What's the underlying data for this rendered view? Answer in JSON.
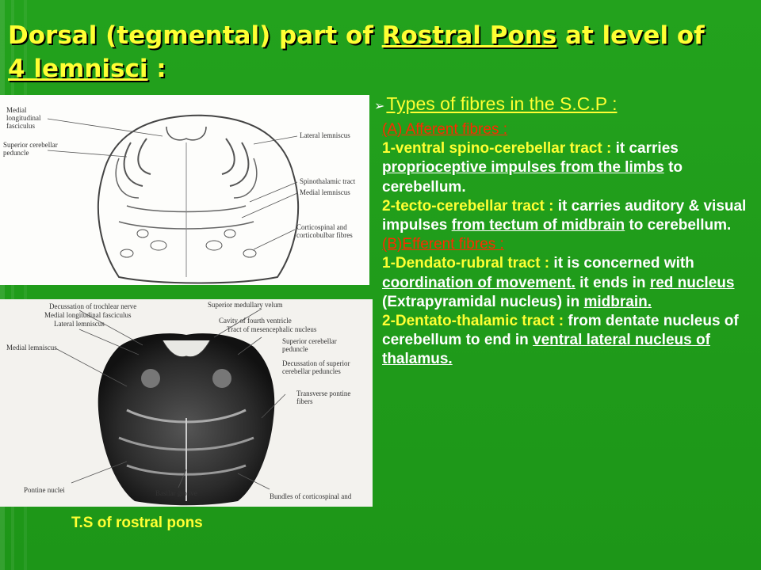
{
  "title": {
    "p1": "Dorsal (tegmental) part of ",
    "p2": "Rostral Pons",
    "p3": " at level of ",
    "p4": "4 lemnisci",
    "p5": " :"
  },
  "figure1": {
    "labels": [
      "Medial longitudinal fasciculus",
      "Superior cerebellar peduncle",
      "Lateral lemniscus",
      "Spinothalamic tract",
      "Medial lemniscus",
      "Corticospinal and corticobulbar fibres"
    ]
  },
  "figure2": {
    "labels": [
      "Decussation of trochlear nerve",
      "Medial longitudinal fasciculus",
      "Lateral lemniscus",
      "Medial lemniscus",
      "Superior medullary velum",
      "Cavity of fourth ventricle",
      "Tract of mesencephalic nucleus",
      "Superior cerebellar peduncle",
      "Decussation of superior cerebellar peduncles",
      "Transverse pontine fibers",
      "Pontine nuclei",
      "Basilar groove",
      "Bundles of corticospinal and"
    ]
  },
  "caption": "T.S of rostral pons",
  "right": {
    "heading": "Types of fibres in the S.C.P :",
    "afferent_head": "(A) Afferent fibres :",
    "a1_name": "1-ventral spino-cerebellar tract :",
    "a1_t1": " it carries ",
    "a1_u1": "proprioceptive impulses from  the limbs",
    "a1_t2": " to cerebellum.",
    "a2_name": "2-tecto-cerebellar tract :",
    "a2_t1": " it carries auditory & visual impulses ",
    "a2_u1": "from tectum of midbrain",
    "a2_t2": "  to cerebellum.",
    "efferent_head": "(B)Efferent fibres :",
    "e1_name": "1-Dendato-rubral tract :",
    "e1_t1": " it is concerned with ",
    "e1_u1": "coordination of movement.",
    "e1_t2": " it ends in ",
    "e1_u2": "red nucleus",
    "e1_t3": " (Extrapyramidal nucleus) in ",
    "e1_u3": "midbrain.",
    "e2_name": "2-Dentato-thalamic tract :",
    "e2_t1": " from dentate nucleus of cerebellum to end in ",
    "e2_u1": "ventral lateral nucleus of thalamus."
  }
}
